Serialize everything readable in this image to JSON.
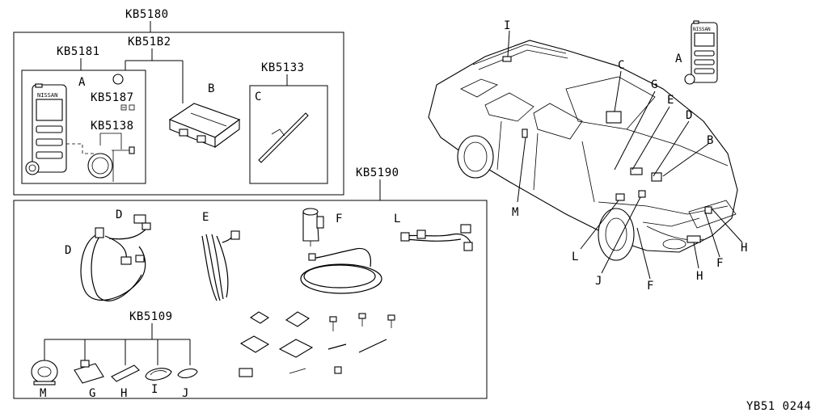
{
  "diagram": {
    "codes": {
      "kb5180": "KB5180",
      "kb5181": "KB5181",
      "kb5182": "KB51B2",
      "kb5133": "KB5133",
      "kb5187": "KB5187",
      "kb5138": "KB5138",
      "kb5190": "KB5190",
      "kb5109": "KB5109"
    },
    "remote_brand": "NISSAN",
    "footer_code": "YB51 0244",
    "letters": {
      "a": "A",
      "b": "B",
      "c": "C",
      "d": "D",
      "e": "E",
      "f": "F",
      "g": "G",
      "h": "H",
      "i": "I",
      "j": "J",
      "l": "L",
      "m": "M"
    }
  }
}
